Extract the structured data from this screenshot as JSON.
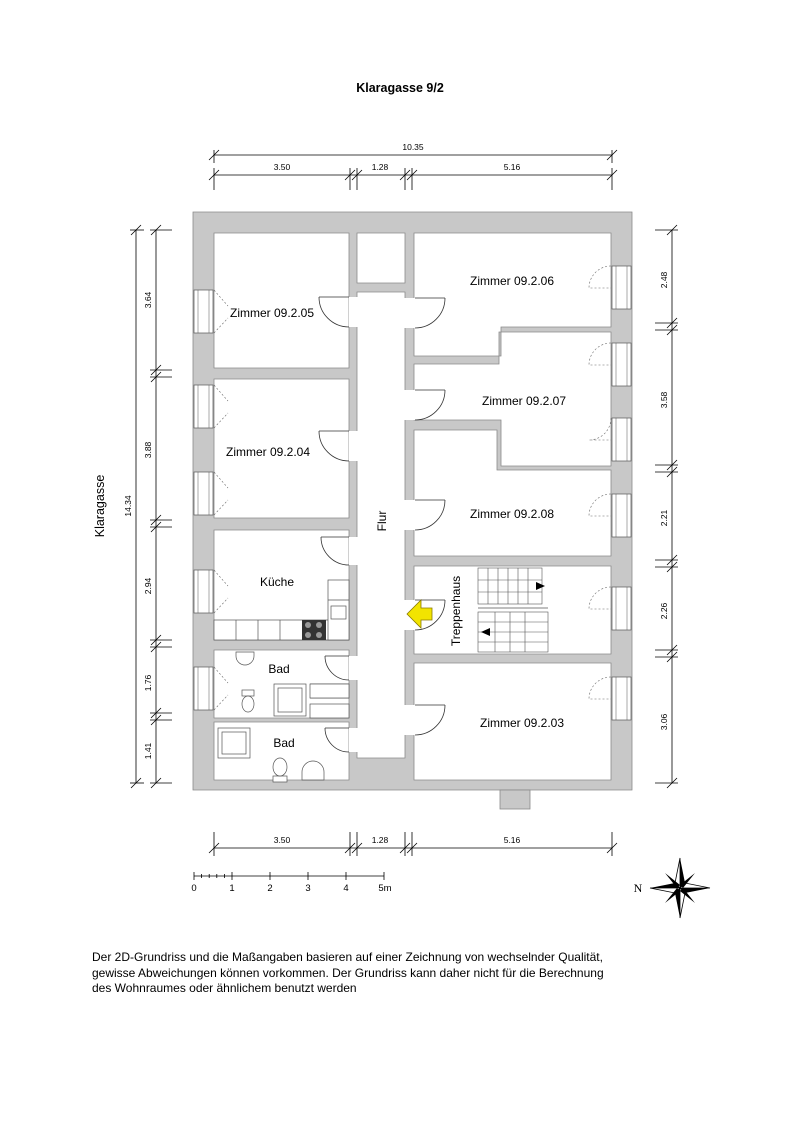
{
  "title": "Klaragasse 9/2",
  "street_label": "Klaragasse",
  "dimensions": {
    "total_width": "10.35",
    "top_segments": [
      "3.50",
      "1.28",
      "5.16"
    ],
    "bottom_segments": [
      "3.50",
      "1.28",
      "5.16"
    ],
    "left_total": "14.34",
    "left_segments": [
      "3.64",
      "3.88",
      "2.94",
      "1.76",
      "1.41"
    ],
    "right_segments": [
      "2.48",
      "3.58",
      "2.21",
      "2.26",
      "3.06"
    ]
  },
  "rooms": {
    "zimmer_05": "Zimmer 09.2.05",
    "zimmer_04": "Zimmer 09.2.04",
    "kueche": "Küche",
    "bad_1": "Bad",
    "bad_2": "Bad",
    "flur": "Flur",
    "zimmer_06": "Zimmer 09.2.06",
    "zimmer_07": "Zimmer 09.2.07",
    "zimmer_08": "Zimmer 09.2.08",
    "treppenhaus": "Treppenhaus",
    "zimmer_03": "Zimmer 09.2.03"
  },
  "scale": {
    "labels": [
      "0",
      "1",
      "2",
      "3",
      "4",
      "5m"
    ]
  },
  "compass": {
    "label": "N"
  },
  "disclaimer": [
    "Der 2D-Grundriss und die Maßangaben basieren auf einer Zeichnung von wechselnder Qualität,",
    "gewisse Abweichungen können vorkommen. Der Grundriss kann daher nicht für die Berechnung",
    "des Wohnraumes oder ähnlichem benutzt werden"
  ],
  "colors": {
    "wall": "#c8c8c8",
    "wall_stroke": "#8a8a8a",
    "entrance_arrow": "#f2e400"
  }
}
